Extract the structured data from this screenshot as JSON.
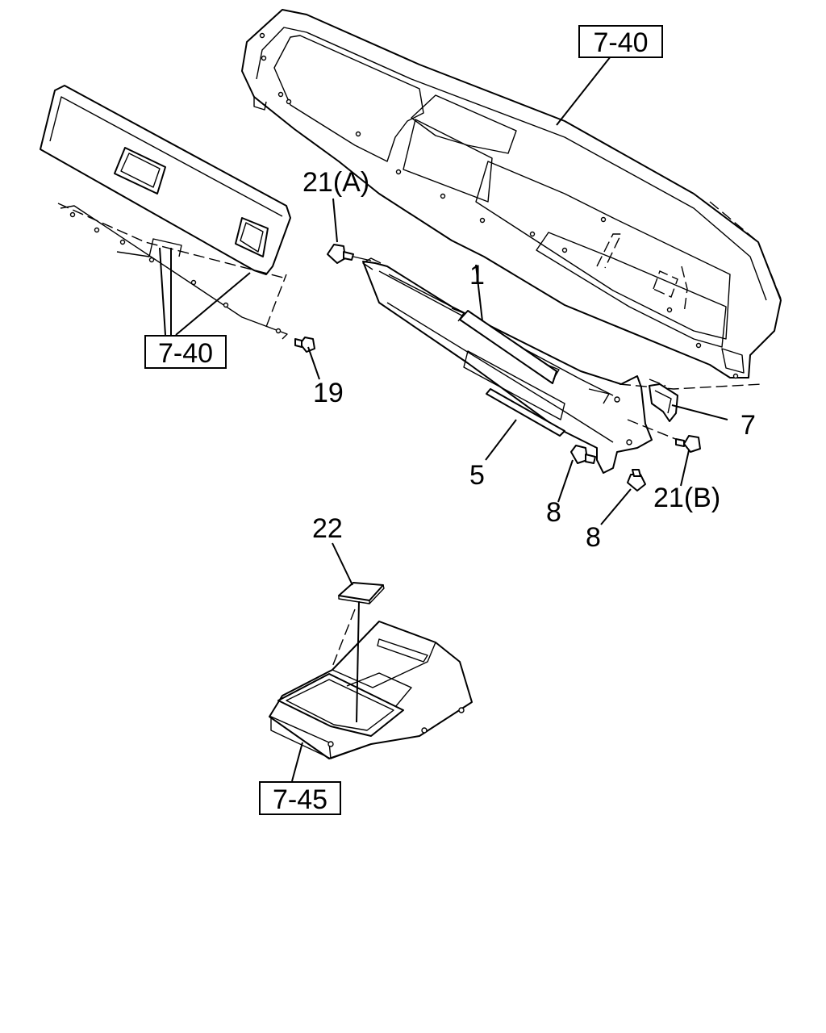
{
  "callouts": {
    "part_1": "1",
    "part_5": "5",
    "part_7": "7",
    "part_8_left": "8",
    "part_8_right": "8",
    "part_19": "19",
    "part_21a": "21(A)",
    "part_21b": "21(B)",
    "part_22": "22"
  },
  "references": {
    "ref_top": "7-40",
    "ref_left": "7-40",
    "ref_bottom": "7-45"
  }
}
